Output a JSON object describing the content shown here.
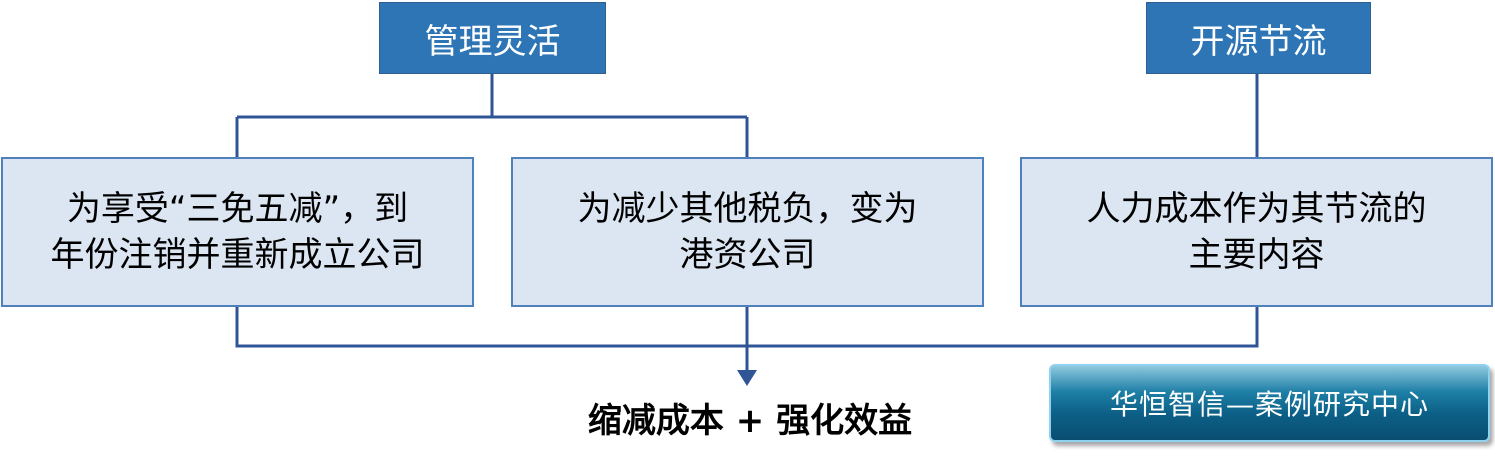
{
  "headers": {
    "left": "管理灵活",
    "right": "开源节流"
  },
  "boxes": [
    {
      "line1": "为享受“三免五减”，到",
      "line2": "年份注销并重新成立公司"
    },
    {
      "line1": "为减少其他税负，变为",
      "line2": "港资公司"
    },
    {
      "line1": "人力成本作为其节流的",
      "line2": "主要内容"
    }
  ],
  "result": "缩减成本 + 强化效益",
  "watermark": "华恒智信—案例研究中心",
  "colors": {
    "header_fill": "#2e75b6",
    "box_fill": "#dce6f2",
    "box_border": "#4f81bd",
    "connector": "#2f5597",
    "badge_fill": "#0c5f86"
  }
}
